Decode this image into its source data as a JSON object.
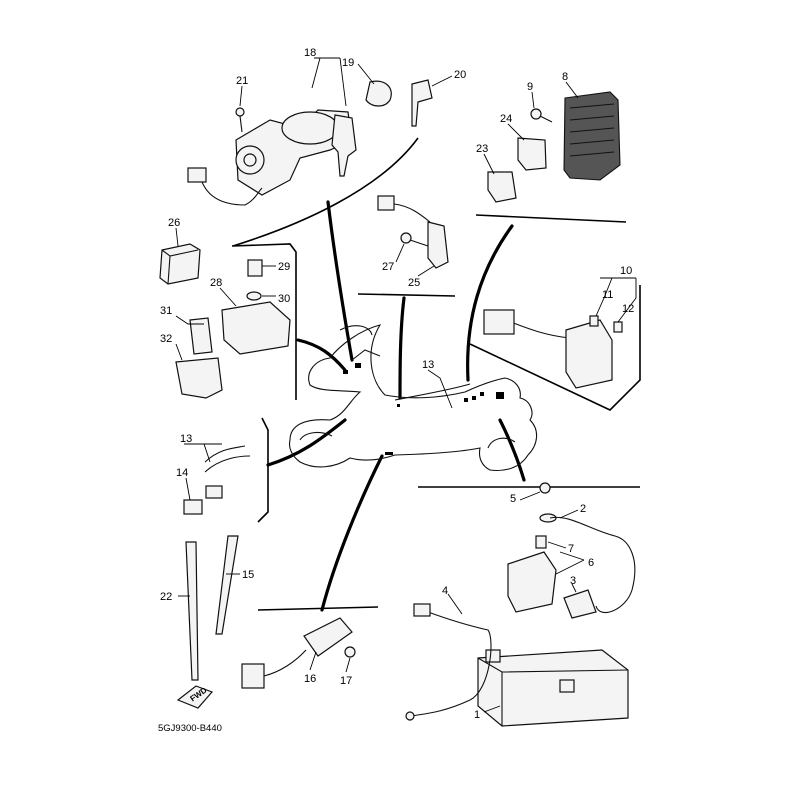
{
  "diagram": {
    "reference_code": "5GJ9300-B440",
    "forward_label": "FWD",
    "labels": {
      "p1": "1",
      "p2": "2",
      "p3": "3",
      "p4": "4",
      "p5": "5",
      "p6": "6",
      "p7": "7",
      "p8": "8",
      "p9": "9",
      "p10": "10",
      "p11": "11",
      "p12": "12",
      "p13a": "13",
      "p13b": "13",
      "p14": "14",
      "p15": "15",
      "p16": "16",
      "p17": "17",
      "p18": "18",
      "p19": "19",
      "p20": "20",
      "p21": "21",
      "p22": "22",
      "p23": "23",
      "p24": "24",
      "p25": "25",
      "p26": "26",
      "p27": "27",
      "p28": "28",
      "p29": "29",
      "p30": "30",
      "p31": "31",
      "p32": "32"
    }
  }
}
